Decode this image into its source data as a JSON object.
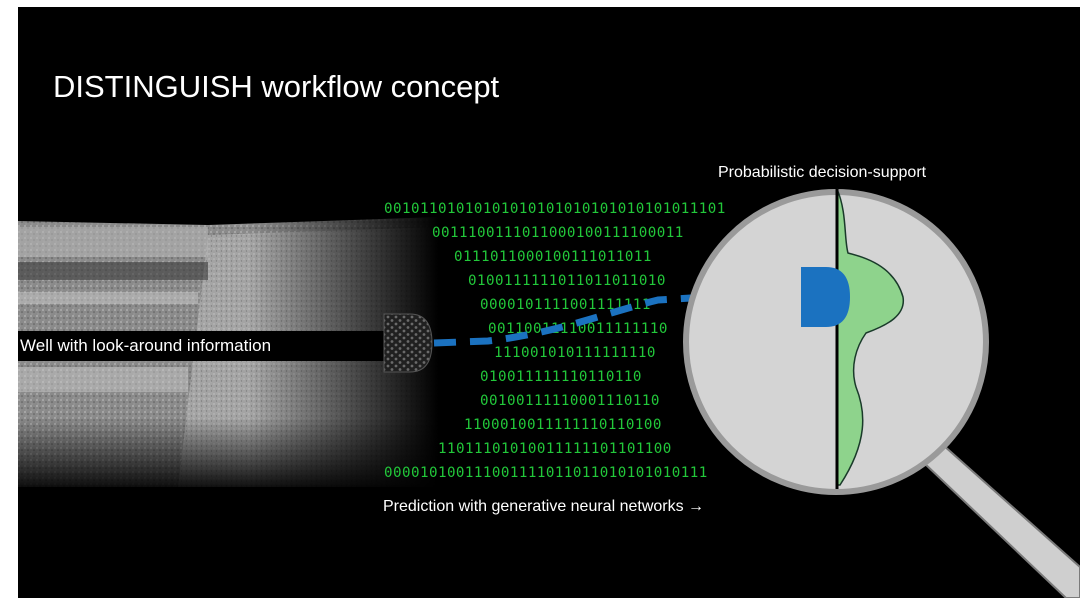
{
  "title": "DISTINGUISH workflow concept",
  "labels": {
    "well": "Well with look-around information",
    "decision": "Probabilistic decision-support",
    "prediction": "Prediction with generative neural networks →"
  },
  "binary_lines": [
    "00101101010101010101010101010101011101",
    "0011100111011000100111100011",
    "0111011000100111011011",
    "0100111111011011011010",
    "0000101111001111111",
    "00110011110011111110",
    "111001010111111110",
    "010011111110110110",
    "00100111110001110110",
    "1100010011111110110100",
    "11011101010011111101101100",
    "000010100111001111011011010101010111"
  ],
  "colors": {
    "binary": "#22c83a",
    "path": "#1b72c0",
    "density_fill": "#8ed38c",
    "lens": "#d4d4d4"
  },
  "icons": [
    "drill-bit-icon",
    "magnifying-glass-icon",
    "sensor-head-icon"
  ]
}
